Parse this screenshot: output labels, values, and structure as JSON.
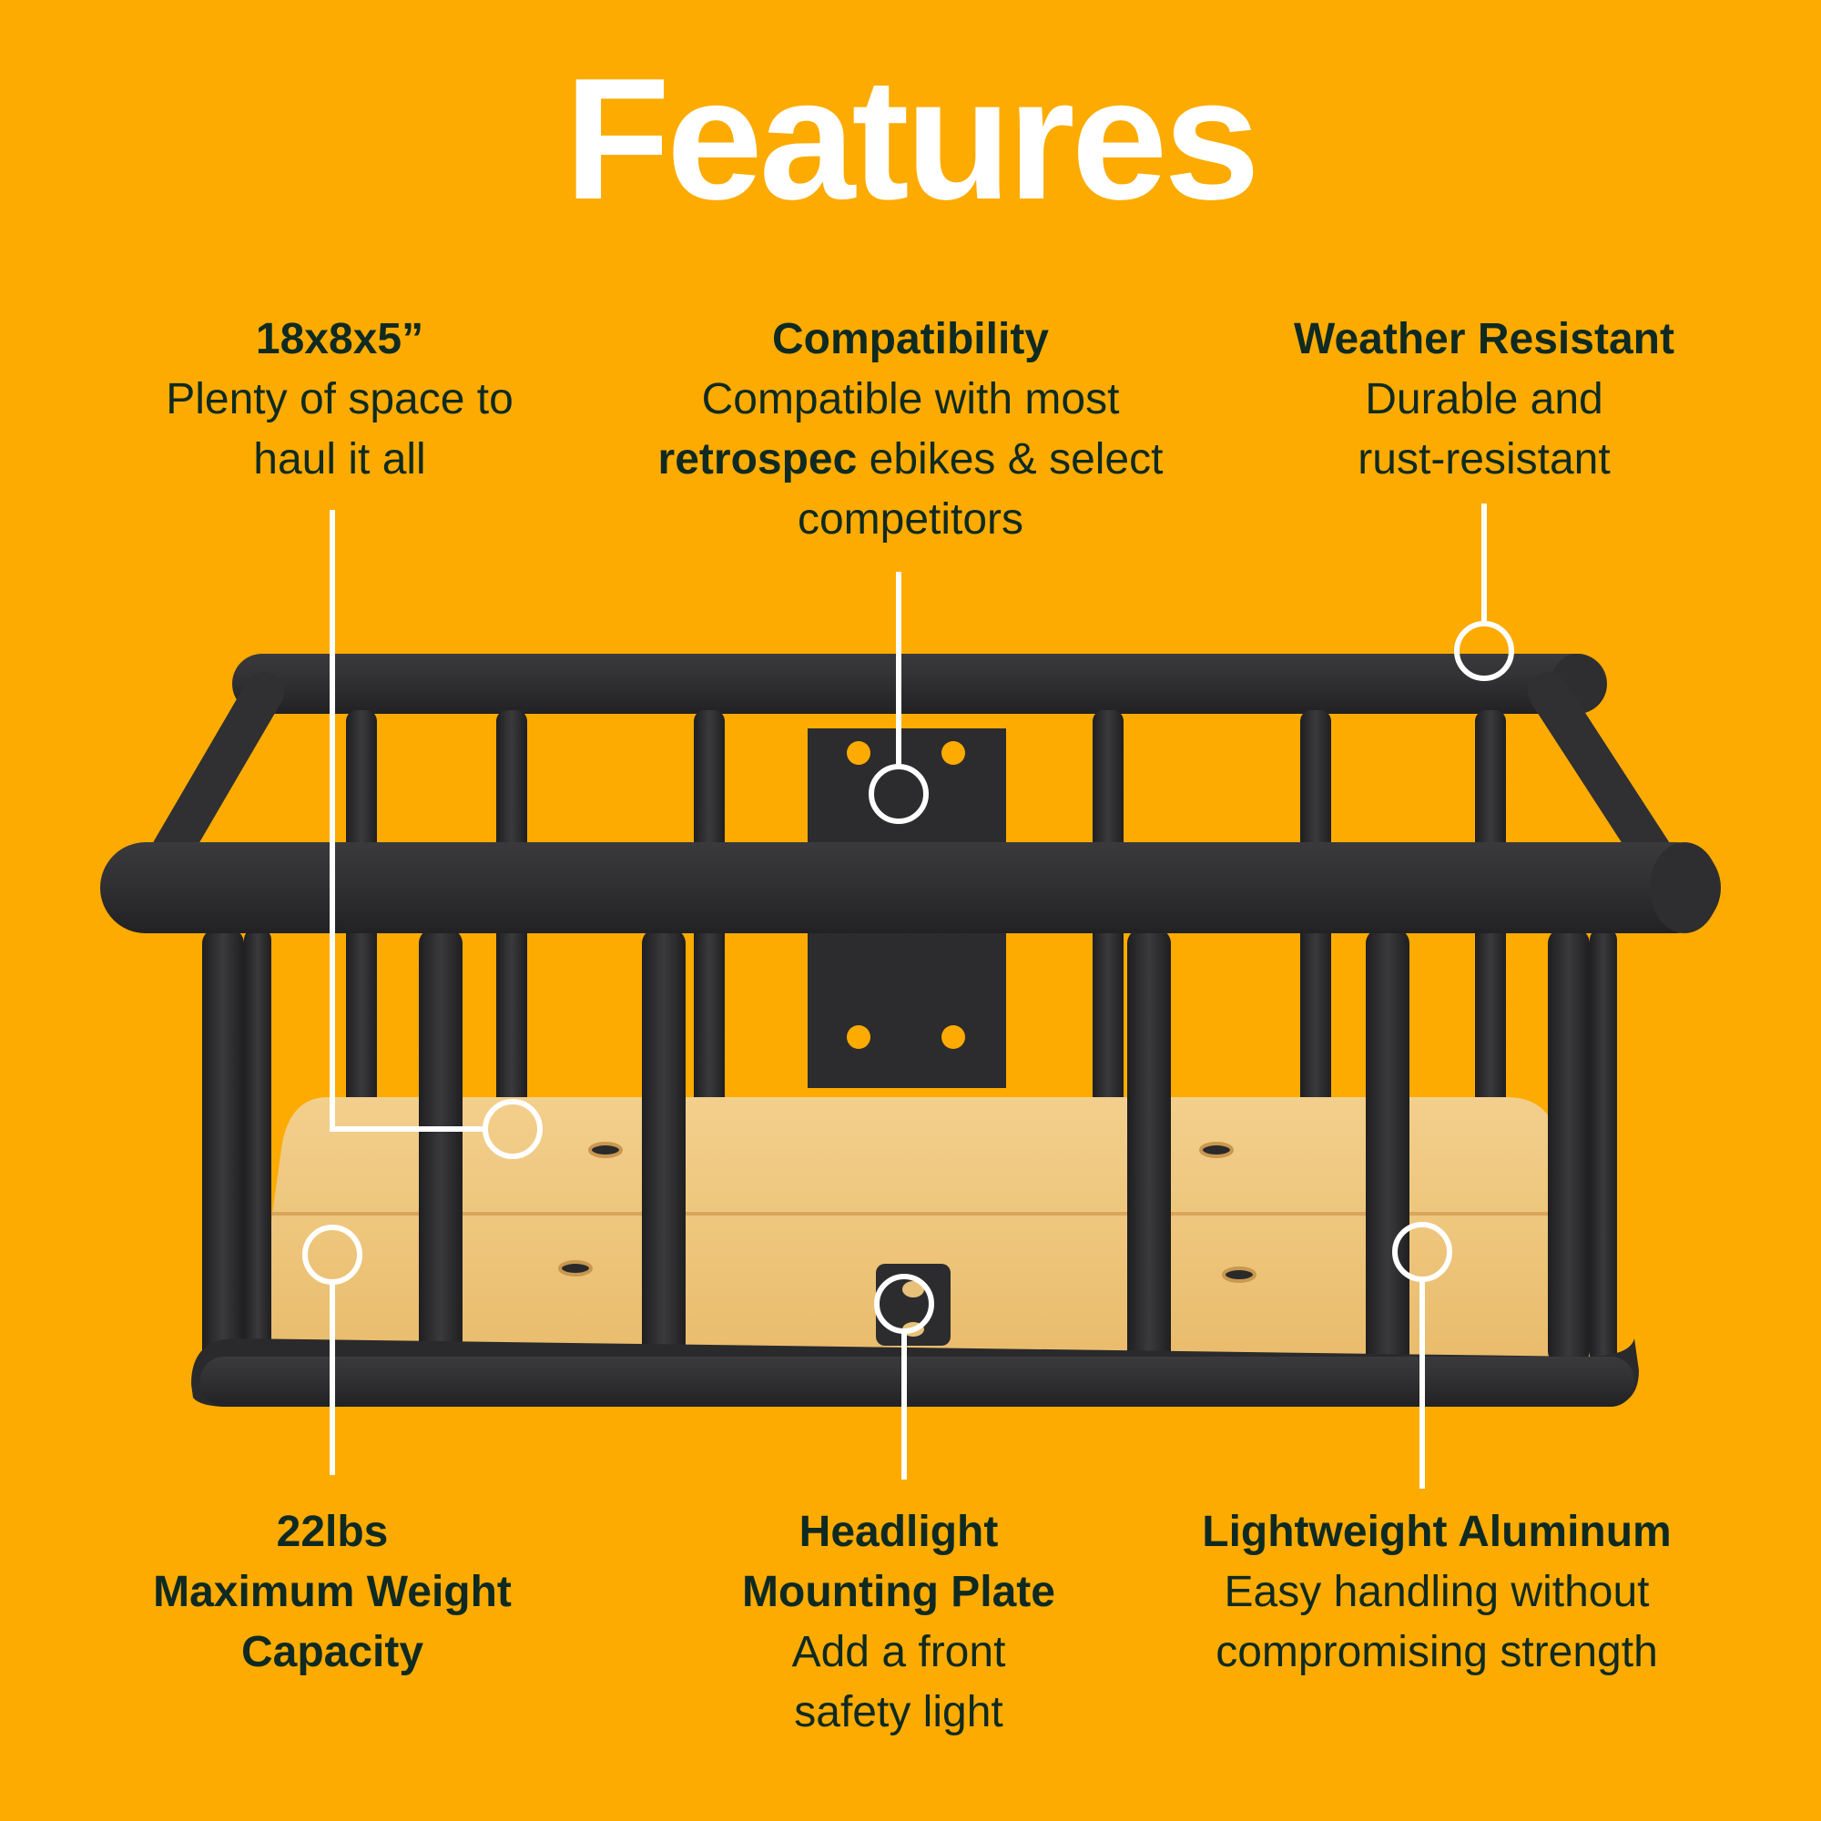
{
  "page": {
    "title": "Features",
    "colors": {
      "background": "#FDAB00",
      "title": "#FFFFFF",
      "text": "#0F2A22",
      "callout_line": "#FFFFFF",
      "frame": "#2B2B2D",
      "wood": "#EFC77E"
    }
  },
  "callouts": {
    "size": {
      "heading": "18x8x5”",
      "line1": "Plenty of space to",
      "line2": "haul it all"
    },
    "compatibility": {
      "heading": "Compatibility",
      "line1": "Compatible with most",
      "line2_bold": "retrospec",
      "line2_rest": " ebikes & select",
      "line3": "competitors"
    },
    "weather": {
      "heading": "Weather Resistant",
      "line1": "Durable and",
      "line2": "rust-resistant"
    },
    "capacity": {
      "heading1": "22lbs",
      "heading2": "Maximum Weight",
      "heading3": "Capacity"
    },
    "headlight": {
      "heading1": "Headlight",
      "heading2": "Mounting Plate",
      "line1": "Add a front",
      "line2": "safety light"
    },
    "aluminum": {
      "heading": "Lightweight Aluminum",
      "line1": "Easy handling without",
      "line2": "compromising strength"
    }
  },
  "product": {
    "name": "bike basket",
    "material_frame": "aluminum",
    "floor": "bamboo"
  }
}
